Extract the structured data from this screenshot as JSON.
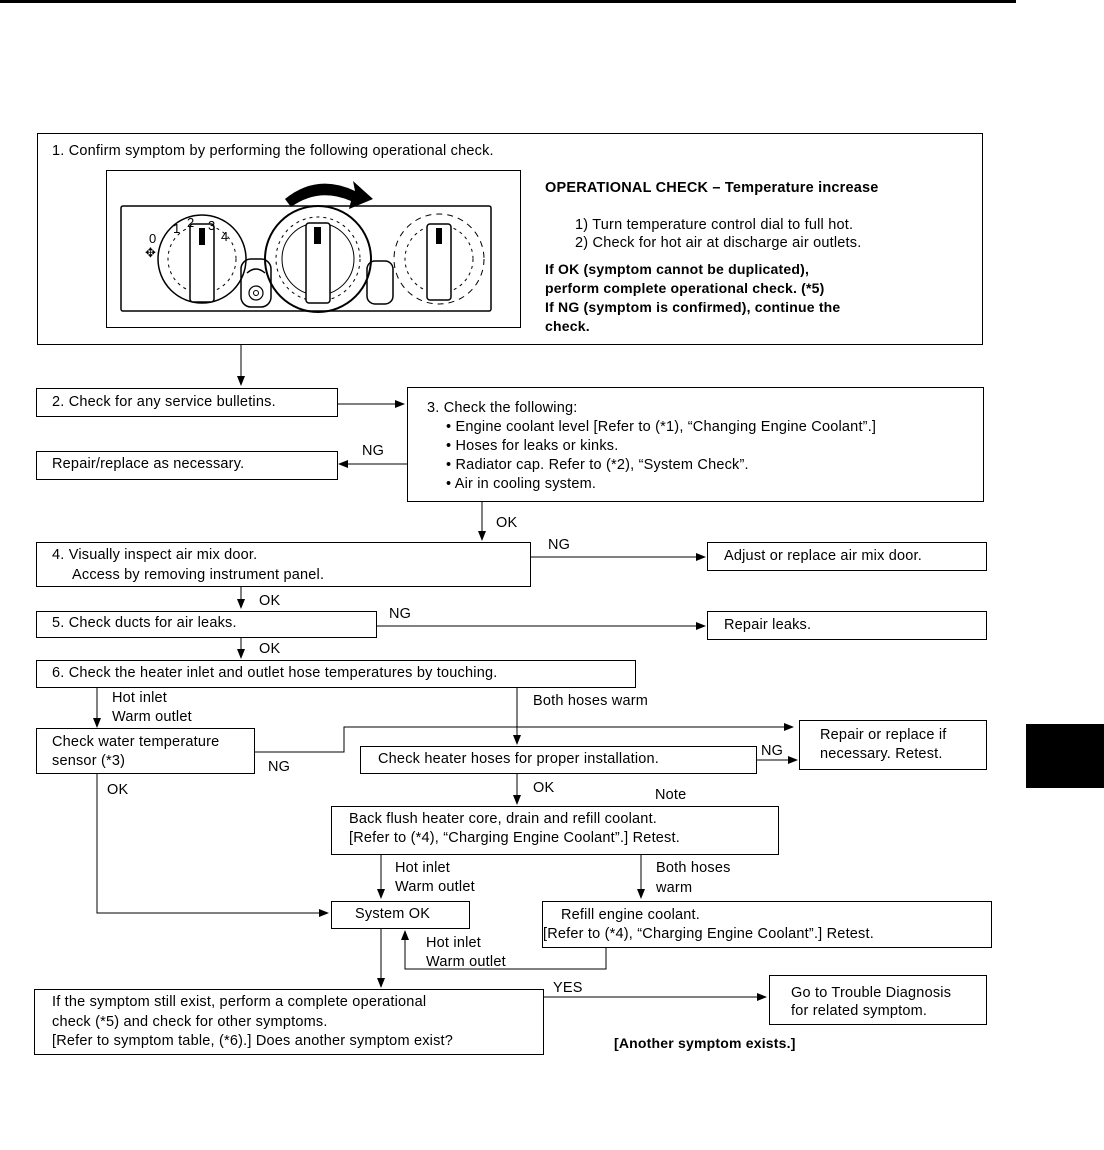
{
  "step1": {
    "text": "1. Confirm symptom by performing the following operational check.",
    "op_title": "OPERATIONAL CHECK – Temperature increase",
    "op_1": "1) Turn temperature control dial to full hot.",
    "op_2": "2) Check for hot air at discharge air outlets.",
    "result_1": "If OK (symptom cannot be duplicated),",
    "result_2": "perform complete operational check. (*5)",
    "result_3": "If NG (symptom is confirmed), continue the",
    "result_4": "check.",
    "dial_0": "0",
    "dial_1": "1",
    "dial_2": "2",
    "dial_3": "3",
    "dial_4": "4"
  },
  "step2": {
    "text": "2. Check for any service bulletins."
  },
  "step3": {
    "title": "3. Check the following:",
    "b1": "• Engine coolant level [Refer to (*1), “Changing Engine Coolant”.]",
    "b2": "• Hoses for leaks or kinks.",
    "b3": "• Radiator cap. Refer to (*2), “System Check”.",
    "b4": "• Air in cooling system."
  },
  "repair_replace": "Repair/replace as necessary.",
  "step4": {
    "l1": "4. Visually inspect air mix door.",
    "l2": "Access by removing instrument panel."
  },
  "adjust": "Adjust or replace air mix door.",
  "step5": "5. Check ducts for air leaks.",
  "repair_leaks": "Repair leaks.",
  "step6": "6. Check the heater inlet and outlet hose temperatures by touching.",
  "water_sensor": {
    "l1": "Check water temperature",
    "l2": "sensor (*3)"
  },
  "heater_hoses": "Check heater hoses for proper installation.",
  "repair_retest": {
    "l1": "Repair or replace if",
    "l2": "necessary. Retest."
  },
  "backflush": {
    "l1": "Back flush heater core, drain and refill coolant.",
    "l2": "[Refer to (*4), “Charging Engine Coolant”.] Retest."
  },
  "system_ok": "System OK",
  "refill": {
    "l1": "Refill engine coolant.",
    "l2": "[Refer to (*4), “Charging Engine Coolant”.] Retest."
  },
  "final": {
    "l1": "If the symptom still exist, perform a complete operational",
    "l2": "check (*5) and check for other symptoms.",
    "l3": "[Refer to symptom table, (*6).] Does another symptom exist?"
  },
  "trouble": {
    "l1": "Go to Trouble Diagnosis",
    "l2": "for related symptom."
  },
  "another": "[Another symptom exists.]",
  "labels": {
    "ng": "NG",
    "ok": "OK",
    "yes": "YES",
    "note": "Note",
    "hot_inlet": "Hot inlet",
    "warm_outlet": "Warm outlet",
    "both_hoses_warm": "Both hoses warm",
    "both_hoses": "Both hoses",
    "warm": "warm"
  }
}
